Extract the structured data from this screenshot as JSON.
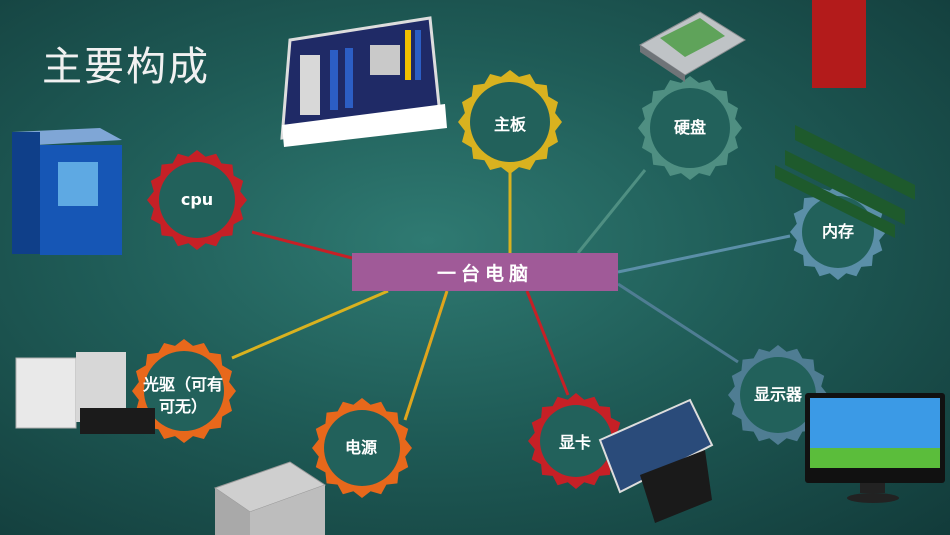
{
  "slide": {
    "title": "主要构成",
    "center_label": "一台电脑"
  },
  "nodes": [
    {
      "id": "cpu",
      "label": "cpu",
      "color": "#c62026"
    },
    {
      "id": "motherboard",
      "label": "主板",
      "color": "#d9b21f"
    },
    {
      "id": "harddisk",
      "label": "硬盘",
      "color": "#4f8f82"
    },
    {
      "id": "memory",
      "label": "内存",
      "color": "#5b8fa8"
    },
    {
      "id": "optical",
      "label": "光驱（可有可无）",
      "color": "#e8681b"
    },
    {
      "id": "power",
      "label": "电源",
      "color": "#e8681b"
    },
    {
      "id": "gpu",
      "label": "显卡",
      "color": "#c62026"
    },
    {
      "id": "monitor",
      "label": "显示器",
      "color": "#4f7d93"
    }
  ],
  "colors": {
    "accent_red": "#b31b1b",
    "center_box": "#a05a98"
  }
}
